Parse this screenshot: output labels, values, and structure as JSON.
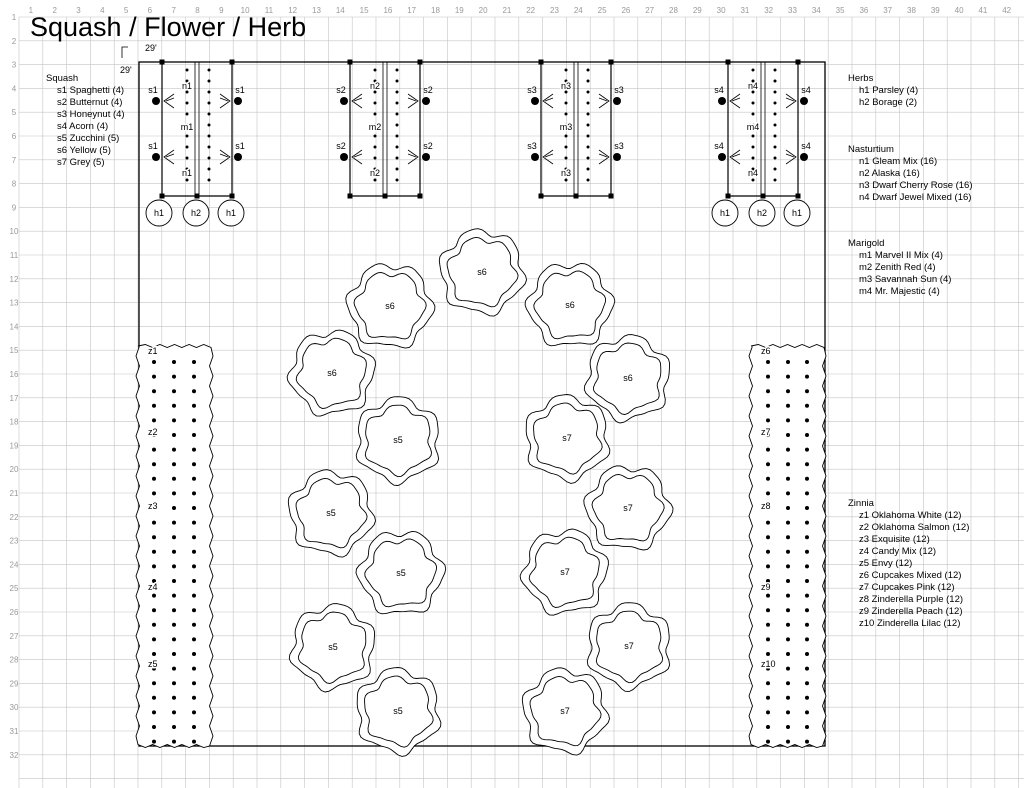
{
  "title": "Squash / Flower / Herb",
  "dimensions": {
    "width_label": "29'",
    "height_label": "29'"
  },
  "grid": {
    "top_numbers": [
      "1",
      "2",
      "3",
      "4",
      "5",
      "6",
      "7",
      "8",
      "9",
      "10",
      "11",
      "12",
      "13",
      "14",
      "15",
      "16",
      "17",
      "18",
      "19",
      "20",
      "21",
      "22",
      "23",
      "24",
      "25",
      "26",
      "27",
      "28",
      "29",
      "30",
      "31",
      "32",
      "33",
      "34",
      "35",
      "36",
      "37",
      "38",
      "39",
      "40",
      "41",
      "42"
    ],
    "left_numbers": [
      "1",
      "2",
      "3",
      "4",
      "5",
      "6",
      "7",
      "8",
      "9",
      "10",
      "11",
      "12",
      "13",
      "14",
      "15",
      "16",
      "17",
      "18",
      "19",
      "20",
      "21",
      "22",
      "23",
      "24",
      "25",
      "26",
      "27",
      "28",
      "29",
      "30",
      "31",
      "32"
    ]
  },
  "legends": {
    "squash": {
      "heading": "Squash",
      "items": [
        "s1  Spaghetti (4)",
        "s2  Butternut (4)",
        "s3  Honeynut (4)",
        "s4  Acorn (4)",
        "s5  Zucchini (5)",
        "s6  Yellow (5)",
        "s7  Grey (5)"
      ]
    },
    "herbs": {
      "heading": "Herbs",
      "items": [
        "h1  Parsley (4)",
        "h2  Borage (2)"
      ]
    },
    "nasturtium": {
      "heading": "Nasturtium",
      "items": [
        "n1  Gleam Mix (16)",
        "n2  Alaska (16)",
        "n3  Dwarf Cherry Rose (16)",
        "n4  Dwarf Jewel Mixed (16)"
      ]
    },
    "marigold": {
      "heading": "Marigold",
      "items": [
        "m1  Marvel II Mix  (4)",
        "m2  Zenith Red (4)",
        "m3  Savannah Sun (4)",
        "m4  Mr. Majestic  (4)"
      ]
    },
    "zinnia": {
      "heading": "Zinnia",
      "items": [
        "z1  Oklahoma White (12)",
        "z2  Oklahoma Salmon (12)",
        "z3  Exquisite (12)",
        "z4  Candy Mix (12)",
        "z5  Envy (12)",
        "z6  Cupcakes Mixed  (12)",
        "z7  Cupcakes Pink  (12)",
        "z8  Zinderella Purple (12)",
        "z9  Zinderella Peach (12)",
        "z10  Zinderella Lilac (12)"
      ]
    }
  },
  "trellises": [
    {
      "squash": "s1",
      "flowers": [
        "n1",
        "m1",
        "n1"
      ],
      "herbs": [
        "h1",
        "h2",
        "h1"
      ]
    },
    {
      "squash": "s2",
      "flowers": [
        "n2",
        "m2",
        "n2"
      ],
      "herbs": []
    },
    {
      "squash": "s3",
      "flowers": [
        "n3",
        "m3",
        "n3"
      ],
      "herbs": []
    },
    {
      "squash": "s4",
      "flowers": [
        "n4",
        "m4",
        "n4"
      ],
      "herbs": [
        "h1",
        "h2",
        "h1"
      ]
    }
  ],
  "hills": [
    "s6",
    "s6",
    "s6",
    "s6",
    "s6",
    "s5",
    "s7",
    "s5",
    "s7",
    "s5",
    "s7",
    "s5",
    "s7",
    "s5",
    "s7"
  ],
  "zinnia_rows": {
    "left": [
      "z1",
      "z2",
      "z3",
      "z4",
      "z5"
    ],
    "right": [
      "z6",
      "z7",
      "z8",
      "z9",
      "z10"
    ]
  }
}
